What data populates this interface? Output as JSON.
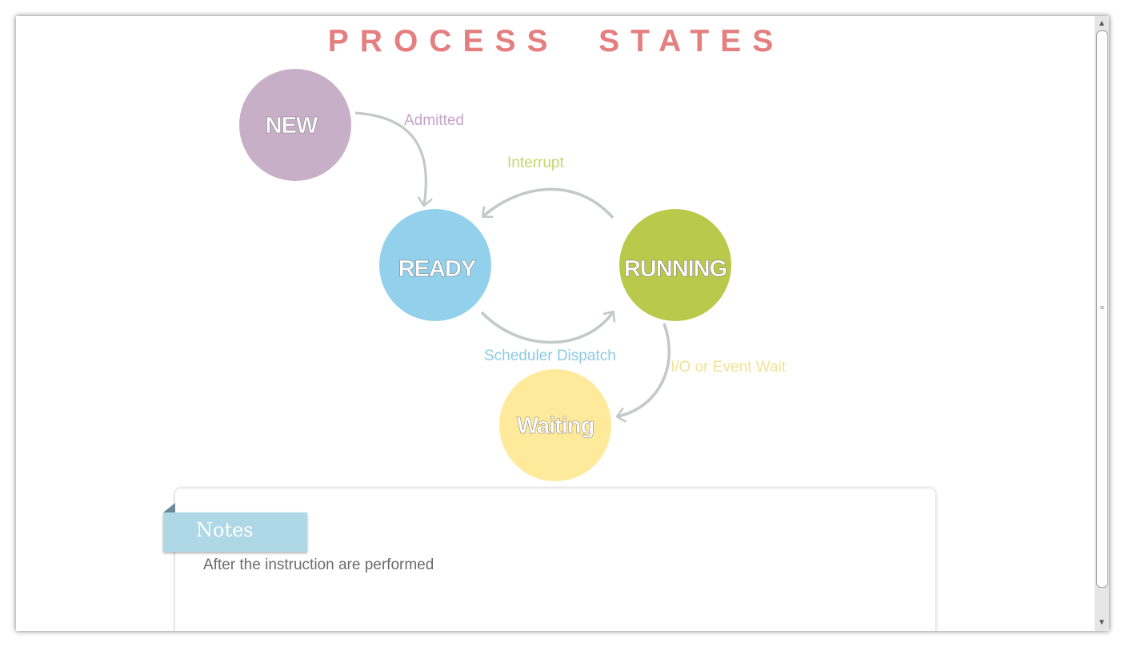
{
  "title": "PROCESS  STATES",
  "states": [
    {
      "id": "new",
      "label": "NEW",
      "color": "#c8afc8"
    },
    {
      "id": "ready",
      "label": "READY",
      "color": "#93d0eb"
    },
    {
      "id": "running",
      "label": "RUNNING",
      "color": "#b8c94b"
    },
    {
      "id": "waiting",
      "label": "Waiting",
      "color": "#ffe99b"
    }
  ],
  "transitions": [
    {
      "from": "NEW",
      "to": "READY",
      "label": "Admitted",
      "color": "#c8a3c8"
    },
    {
      "from": "RUNNING",
      "to": "READY",
      "label": "Interrupt",
      "color": "#c0d96a"
    },
    {
      "from": "READY",
      "to": "RUNNING",
      "label": "Scheduler Dispatch",
      "color": "#8ccbe4"
    },
    {
      "from": "RUNNING",
      "to": "Waiting",
      "label": "I/O or Event Wait",
      "color": "#f1e294"
    }
  ],
  "arrow_color": "#c3c9c9",
  "notes": {
    "label": "Notes",
    "text": "After the instruction are performed"
  },
  "scrollbar": {
    "up_icon": "triangle-up-icon",
    "down_icon": "triangle-down-icon"
  }
}
